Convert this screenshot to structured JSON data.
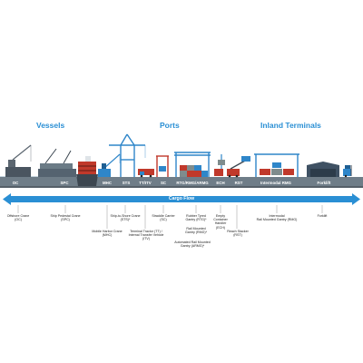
{
  "sections": {
    "vessels": "Vessels",
    "ports": "Ports",
    "inland": "Inland Terminals"
  },
  "codes": [
    "OC",
    "SPC",
    "MHC",
    "STS",
    "TT/ITV",
    "SC",
    "RTG/RMG/ARMG",
    "ECH",
    "RST",
    "Intermodal RMG",
    "Forklift"
  ],
  "flow_label": "Cargo Flow",
  "callouts": [
    {
      "id": "oc",
      "lines": [
        "Offshore Crane",
        "(OC)"
      ]
    },
    {
      "id": "spc",
      "lines": [
        "Ship Pedestal Crane",
        "(SPC)"
      ]
    },
    {
      "id": "mhc",
      "lines": [
        "Mobile Harbor Crane",
        "(MHC)"
      ]
    },
    {
      "id": "sts",
      "lines": [
        "Ship-to-Shore Crane",
        "(STS)*"
      ]
    },
    {
      "id": "tt",
      "lines": [
        "Terminal Tractor (TT) /",
        "Internal Transfer Vehicle",
        "(ITV)"
      ]
    },
    {
      "id": "sc",
      "lines": [
        "Straddle Carrier",
        "(SC)"
      ]
    },
    {
      "id": "rtg",
      "lines": [
        "Rubber Tyred",
        "Gantry (RTG)*"
      ]
    },
    {
      "id": "rmg",
      "lines": [
        "Rail Mounted",
        "Gantry (RMG)*"
      ]
    },
    {
      "id": "armg",
      "lines": [
        "Automated Rail Mounted",
        "Gantry (ARMG)*"
      ]
    },
    {
      "id": "ech",
      "lines": [
        "Empty",
        "Container",
        "Handler",
        "(ECH)"
      ]
    },
    {
      "id": "rst",
      "lines": [
        "Reach Stacker",
        "(RST)"
      ]
    },
    {
      "id": "irmg",
      "lines": [
        "Intermodal",
        "Rail Mounted Gantry (RMG)"
      ]
    },
    {
      "id": "forklift",
      "lines": [
        "Forklift"
      ]
    }
  ],
  "colors": {
    "accent_blue": "#2a8fd4",
    "road_gray": "#6f7d88",
    "crane_blue": "#2f86c9",
    "ship_dark": "#3c4650",
    "container_red": "#c0392b",
    "ground_gray": "#8c979f"
  }
}
